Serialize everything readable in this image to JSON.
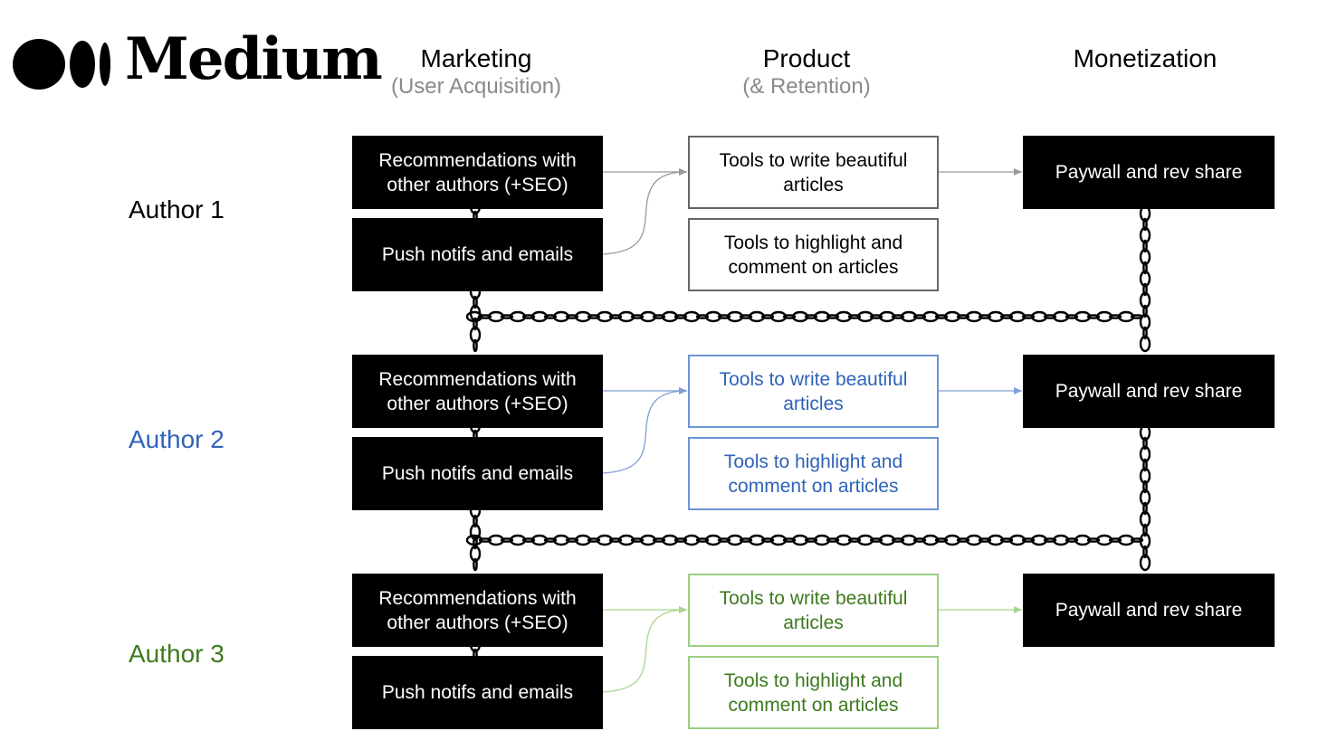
{
  "logo": {
    "wordmark": "Medium",
    "icon": "medium-dots-logo"
  },
  "columns": [
    {
      "title": "Marketing",
      "subtitle": "(User Acquisition)"
    },
    {
      "title": "Product",
      "subtitle": "(& Retention)"
    },
    {
      "title": "Monetization",
      "subtitle": ""
    }
  ],
  "rows": [
    {
      "author": "Author 1",
      "color": "#000000",
      "box_color": "#666666",
      "arrow_color": "#999999",
      "marketing_top": "Recommendations with other authors (+SEO)",
      "marketing_bottom": "Push notifs and emails",
      "product_top": "Tools to write beautiful articles",
      "product_bottom": "Tools to highlight and comment on articles",
      "monetization": "Paywall and rev share"
    },
    {
      "author": "Author 2",
      "color": "#2f63b7",
      "box_color": "#6c95d4",
      "arrow_color": "#7f9fd6",
      "marketing_top": "Recommendations with other authors (+SEO)",
      "marketing_bottom": "Push notifs and emails",
      "product_top": "Tools to write beautiful articles",
      "product_bottom": "Tools to highlight and comment on articles",
      "monetization": "Paywall and rev share"
    },
    {
      "author": "Author 3",
      "color": "#3d7a1e",
      "box_color": "#9ccf83",
      "arrow_color": "#a7d690",
      "marketing_top": "Recommendations with other authors (+SEO)",
      "marketing_bottom": "Push notifs and emails",
      "product_top": "Tools to write beautiful articles",
      "product_bottom": "Tools to highlight and comment on articles",
      "monetization": "Paywall and rev share"
    }
  ],
  "connector_icon": "chain-link-icon"
}
